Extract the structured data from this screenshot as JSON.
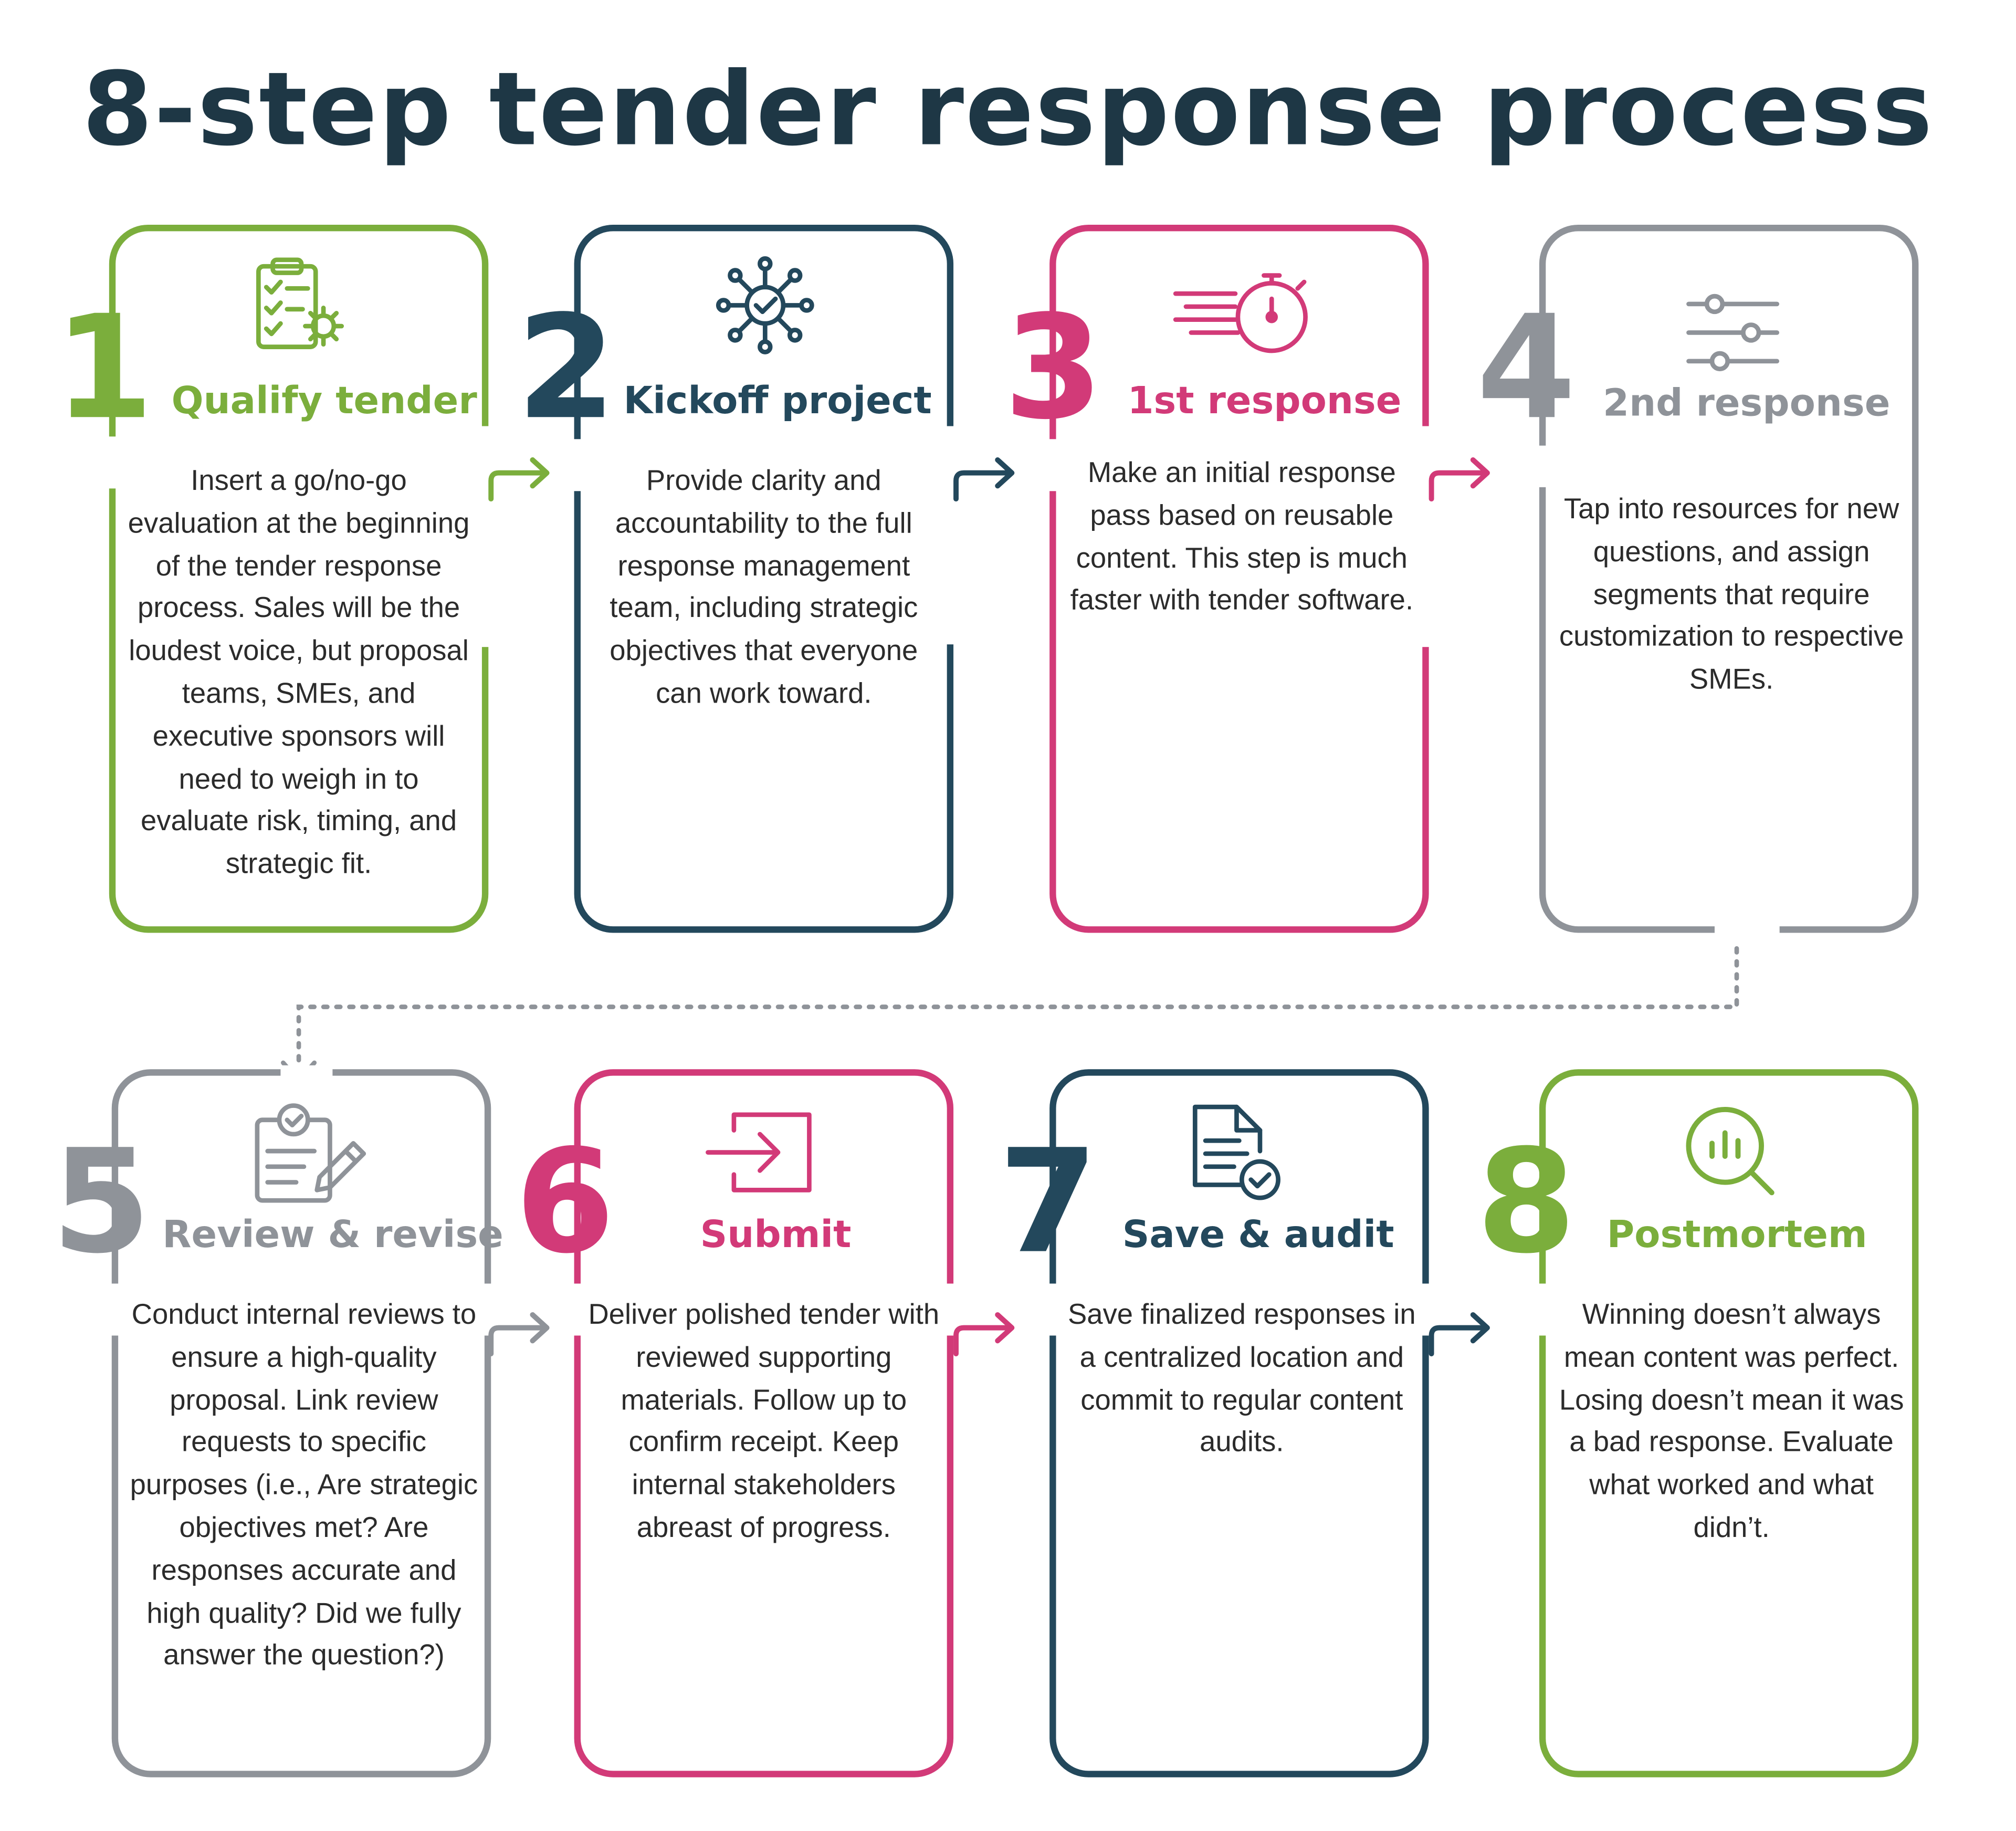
{
  "title": "8-step tender response process",
  "colors": {
    "title": "#1e3745",
    "green": "#7bae3c",
    "navy": "#23485c",
    "magenta": "#d23a78",
    "gray": "#8f9399",
    "text": "#2b2b2b"
  },
  "steps": [
    {
      "number": "1",
      "title": "Qualify tender",
      "icon": "clipboard-checklist-gear-icon",
      "color": "green",
      "description": "Insert a go/no-go evaluation at the beginning of the tender response process. Sales will be the loudest voice, but proposal teams, SMEs, and executive sponsors will need to weigh in to evaluate risk, timing, and strategic fit."
    },
    {
      "number": "2",
      "title": "Kickoff project",
      "icon": "network-hub-check-icon",
      "color": "navy",
      "description": "Provide clarity and accountability to the full response management team, including strategic objectives that everyone can work toward."
    },
    {
      "number": "3",
      "title": "1st response",
      "icon": "speed-stopwatch-icon",
      "color": "magenta",
      "description": "Make an initial response pass based on reusable content. This step is much faster with tender software."
    },
    {
      "number": "4",
      "title": "2nd response",
      "icon": "sliders-icon",
      "color": "gray",
      "description": "Tap into resources for new questions, and assign segments that require customization to respective SMEs."
    },
    {
      "number": "5",
      "title": "Review & revise",
      "icon": "clipboard-pencil-icon",
      "color": "gray",
      "description": "Conduct internal reviews to ensure a high-quality proposal. Link review requests to specific purposes (i.e., Are strategic objectives met? Are responses accurate and high quality? Did we fully answer the question?)"
    },
    {
      "number": "6",
      "title": "Submit",
      "icon": "sign-in-arrow-icon",
      "color": "magenta",
      "description": "Deliver polished tender with reviewed supporting materials. Follow up to confirm receipt. Keep internal stakeholders abreast of progress."
    },
    {
      "number": "7",
      "title": "Save & audit",
      "icon": "document-check-icon",
      "color": "navy",
      "description": "Save finalized responses in a centralized location and commit to regular content audits."
    },
    {
      "number": "8",
      "title": "Postmortem",
      "icon": "magnifier-chart-icon",
      "color": "green",
      "description": "Winning doesn’t always mean content was perfect. Losing doesn’t mean it was a bad response. Evaluate what worked and what didn’t."
    }
  ]
}
